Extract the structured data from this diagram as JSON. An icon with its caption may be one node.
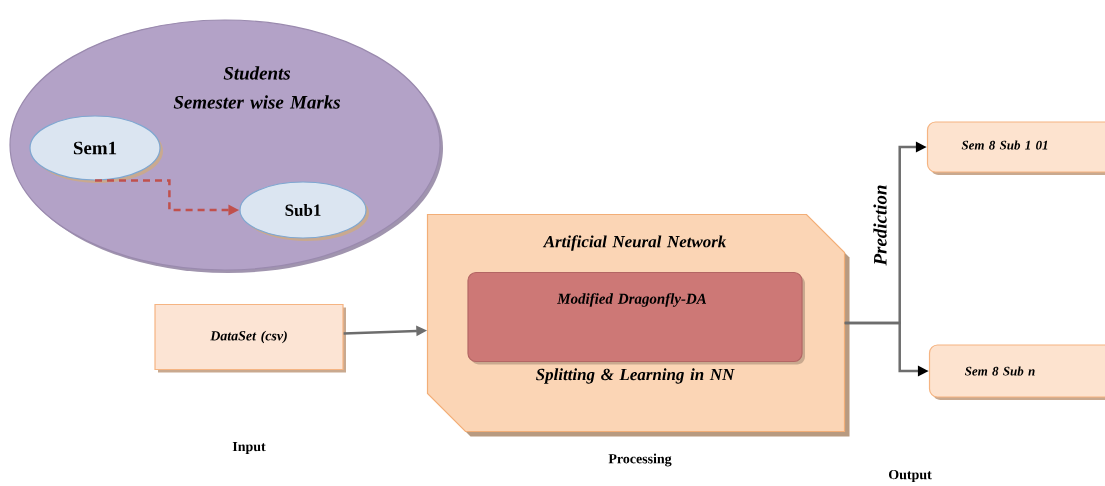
{
  "diagram": {
    "nodes": [
      {
        "text": [
          "Students",
          "Semester wise Marks"
        ]
      },
      {
        "text": [
          "Sem1"
        ],
        "in": 0
      },
      {
        "text": [
          "Sub1"
        ],
        "in": 0
      },
      {
        "text": [
          "DataSet (csv)"
        ]
      },
      {
        "text": [
          "Artificial Neural Network",
          "Splitting & Learning in NN"
        ]
      },
      {
        "text": [
          "Modified Dragonfly-DA"
        ],
        "in": 4
      },
      {
        "text": [
          "Sem 8 Sub 1 01"
        ]
      },
      {
        "text": [
          "Sem 8 Sub n"
        ]
      }
    ],
    "edges": [
      {
        "from": 1,
        "to": 2,
        "arrow": "to",
        "style": "dashed",
        "color": "#c0504d"
      },
      {
        "from": 3,
        "to": 4,
        "arrow": "to"
      },
      {
        "from": 4,
        "to": 6,
        "arrow": "to",
        "label": "Prediction"
      },
      {
        "from": 4,
        "to": 7,
        "arrow": "to"
      }
    ],
    "labels": [
      "Input",
      "Processing",
      "Output"
    ]
  }
}
